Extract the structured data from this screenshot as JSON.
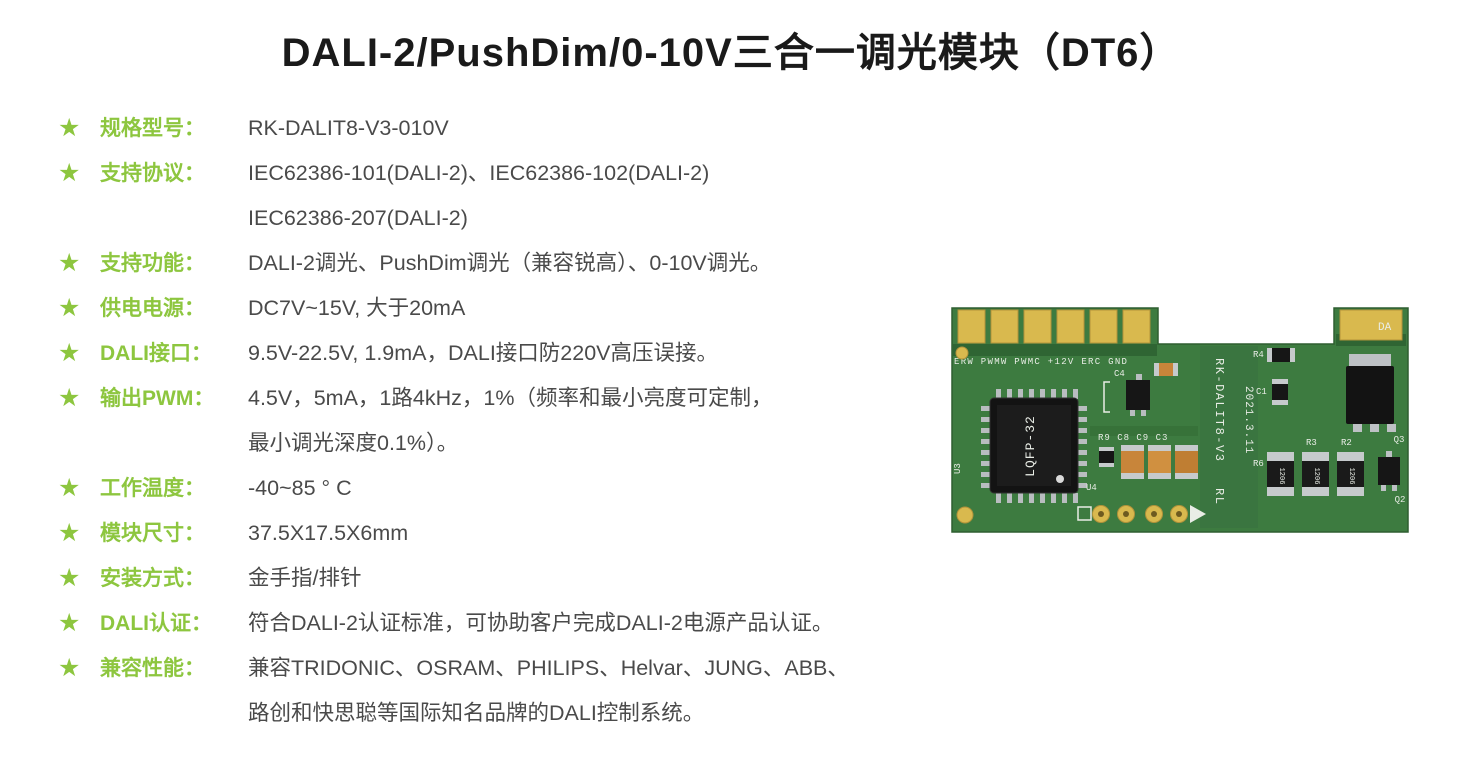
{
  "title": "DALI-2/PushDim/0-10V三合一调光模块（DT6）",
  "star_icon": "★",
  "colors": {
    "accent_green": "#8DC63F",
    "title_black": "#1A1A1A",
    "body_text": "#4A4A4A",
    "pcb_green": "#3D7B40",
    "pcb_green_dark": "#2F6533",
    "pad_gold": "#D9B94E",
    "component_black": "#161616",
    "capacitor_orange": "#C8853A",
    "terminal_silver": "#C6CACC",
    "silkscreen_white": "#E9EDE6"
  },
  "specs": [
    {
      "label": "规格型号：",
      "lines": [
        "RK-DALIT8-V3-010V"
      ]
    },
    {
      "label": "支持协议：",
      "lines": [
        "IEC62386-101(DALI-2)、IEC62386-102(DALI-2)",
        "IEC62386-207(DALI-2)"
      ]
    },
    {
      "label": "支持功能：",
      "lines": [
        "DALI-2调光、PushDim调光（兼容锐高）、0-10V调光。"
      ]
    },
    {
      "label": "供电电源：",
      "lines": [
        "DC7V~15V, 大于20mA"
      ]
    },
    {
      "label": "DALI接口：",
      "lines": [
        "9.5V-22.5V, 1.9mA，DALI接口防220V高压误接。"
      ]
    },
    {
      "label": "输出PWM：",
      "lines": [
        "4.5V，5mA，1路4kHz，1%（频率和最小亮度可定制，",
        "最小调光深度0.1%）。"
      ]
    },
    {
      "label": "工作温度：",
      "lines": [
        "-40~85 ° C"
      ]
    },
    {
      "label": "模块尺寸：",
      "lines": [
        "37.5X17.5X6mm"
      ]
    },
    {
      "label": "安装方式：",
      "lines": [
        "金手指/排针"
      ]
    },
    {
      "label": "DALI认证：",
      "lines": [
        "符合DALI-2认证标准，可协助客户完成DALI-2电源产品认证。"
      ]
    },
    {
      "label": "兼容性能：",
      "lines": [
        "兼容TRIDONIC、OSRAM、PHILIPS、Helvar、JUNG、ABB、",
        "路创和快思聪等国际知名品牌的DALI控制系统。"
      ]
    }
  ],
  "pcb": {
    "pin_row_label": "ERW PWMW PWMC +12V ERC GND",
    "chip_label": "LQFP-32",
    "silk": {
      "u3": "U3",
      "u4": "U4",
      "c4": "C4",
      "row_caps": "R9 C8 C9 C3",
      "model_vertical": "RK-DALIT8-V3",
      "rl": "RL",
      "date_vertical": "2021.3.11",
      "r4": "R4",
      "c1": "C1",
      "q3": "Q3",
      "r3": "R3",
      "r2": "R2",
      "r6": "R6",
      "q2": "Q2",
      "da": "DA",
      "smd_marking": "1206"
    }
  }
}
